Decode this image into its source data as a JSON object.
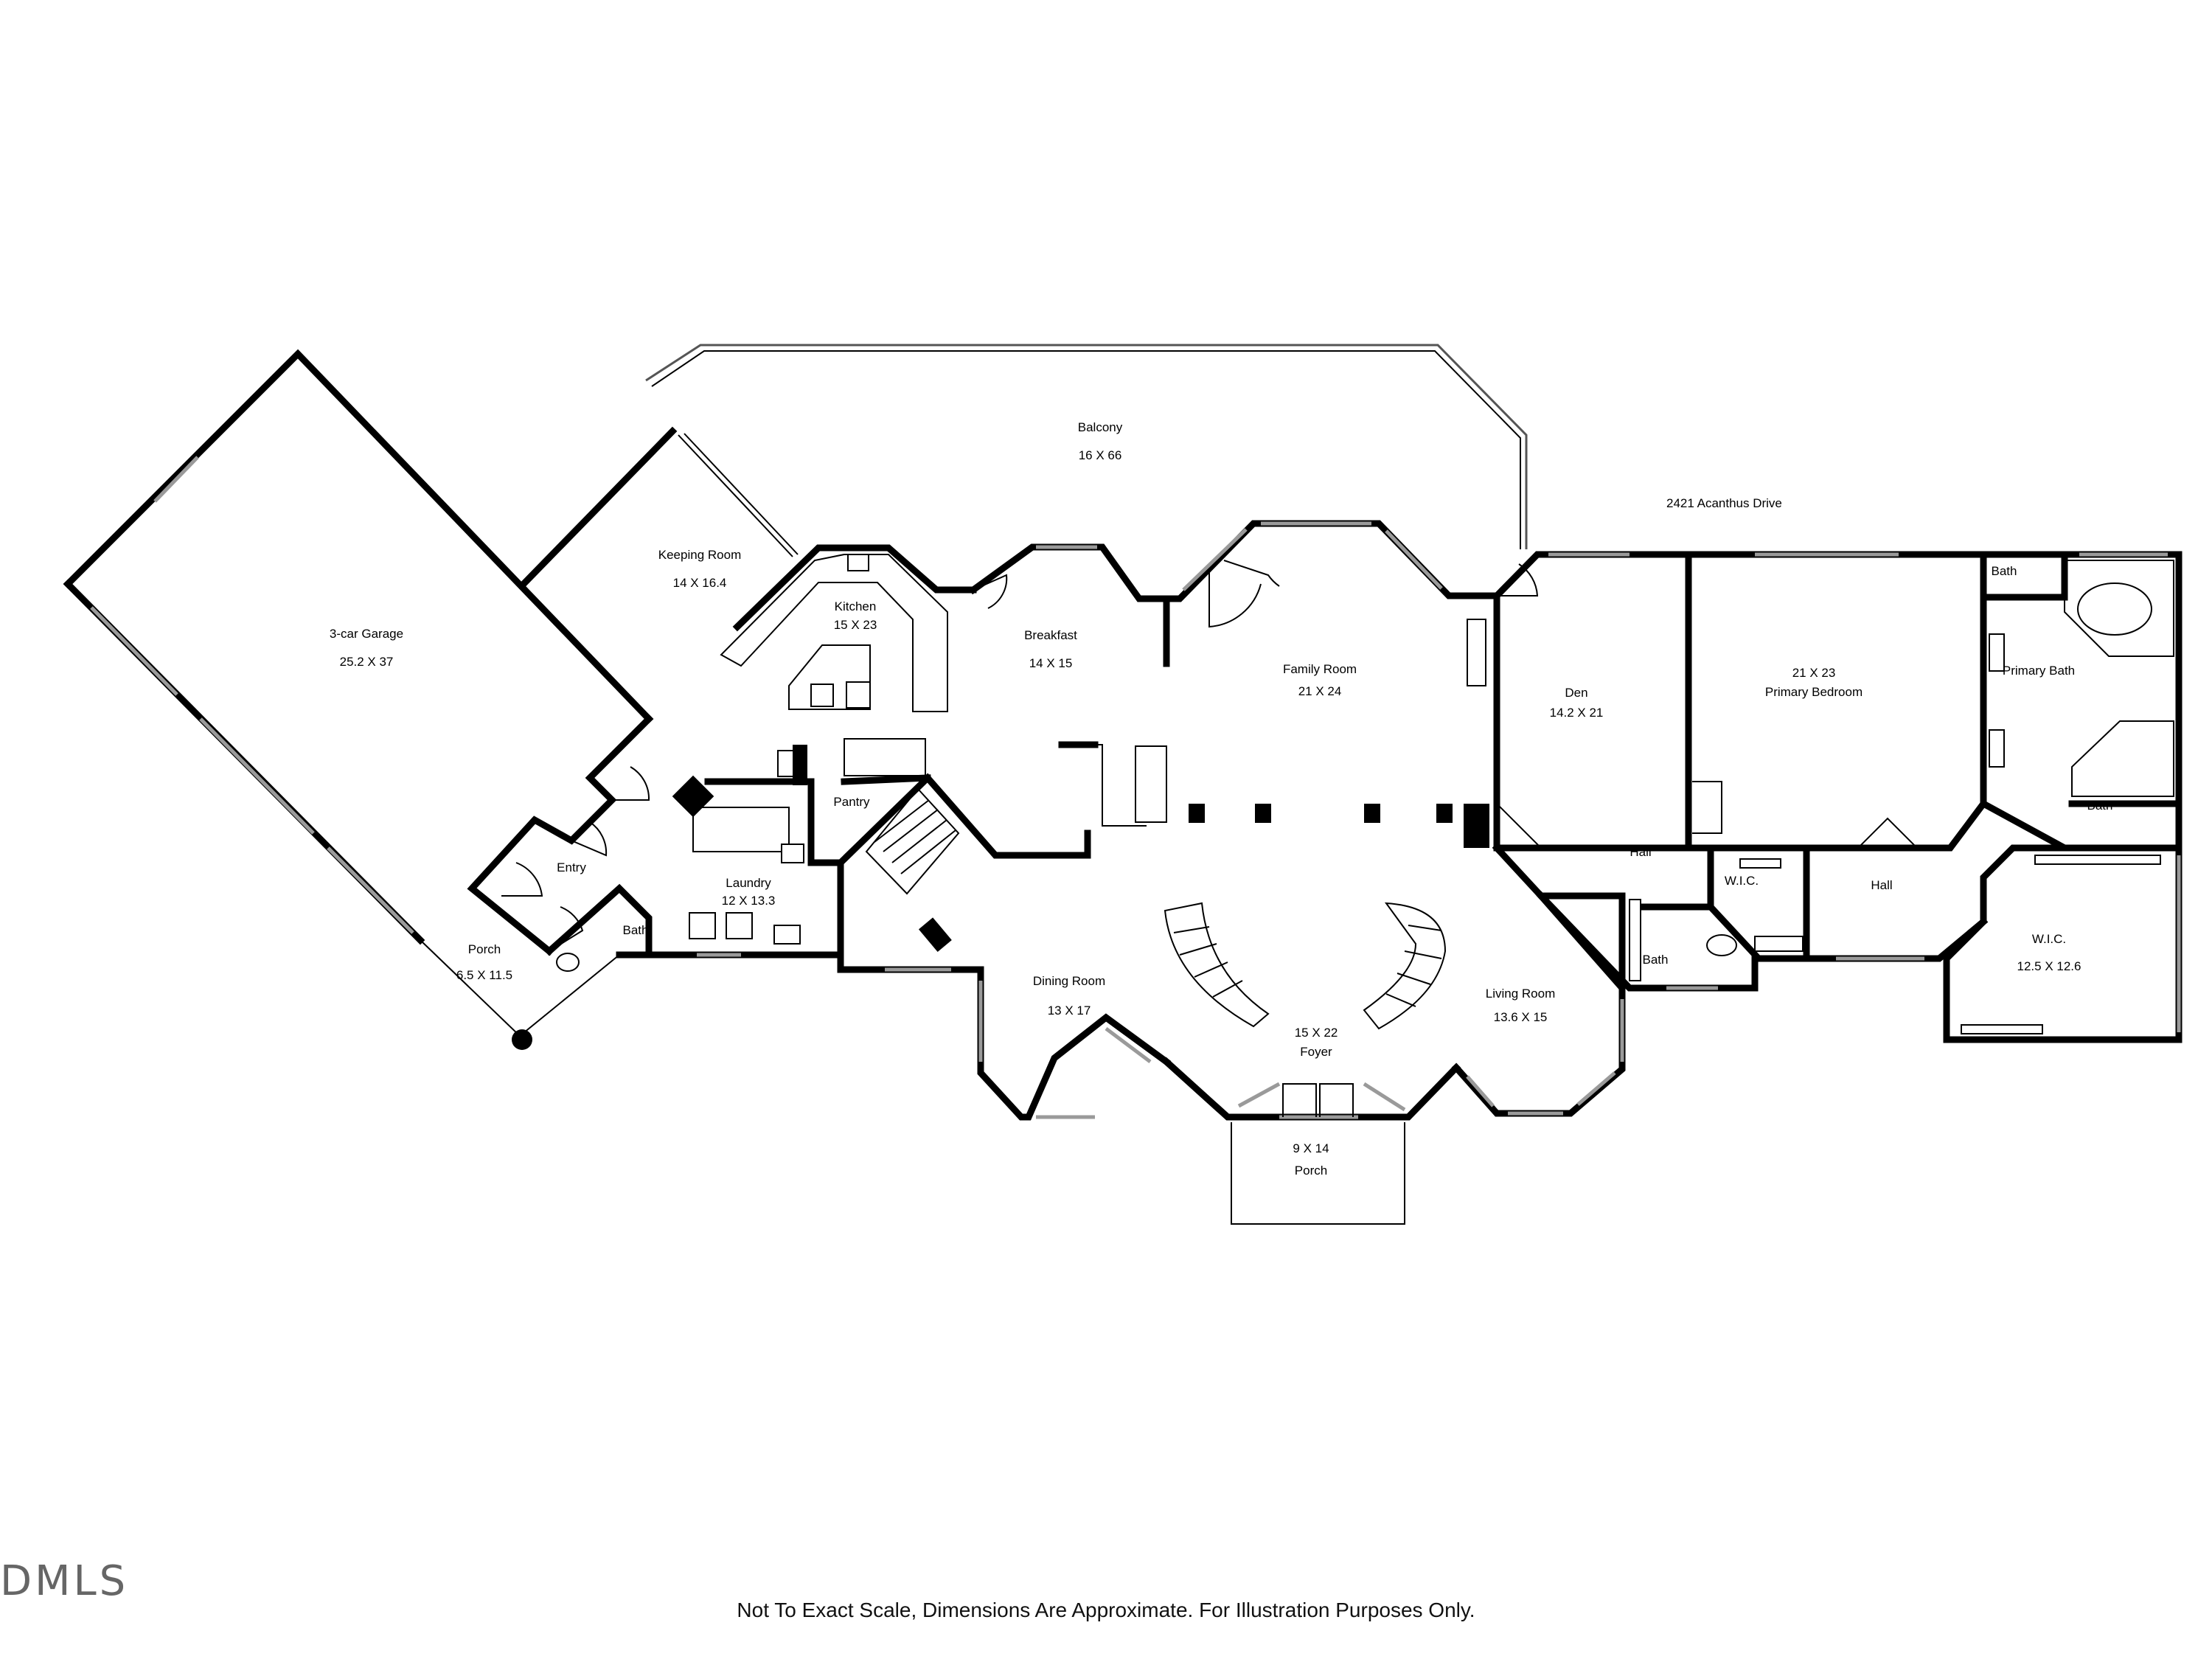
{
  "address": "2421 Acanthus Drive",
  "disclaimer": "Not To Exact Scale, Dimensions Are Approximate. For Illustration Purposes Only.",
  "watermark": "DMLS",
  "rooms": {
    "balcony": {
      "name": "Balcony",
      "dims": "16 X 66"
    },
    "garage": {
      "name": "3-car Garage",
      "dims": "25.2 X 37"
    },
    "keeping_room": {
      "name": "Keeping Room",
      "dims": "14 X 16.4"
    },
    "kitchen": {
      "name": "Kitchen",
      "dims": "15 X 23"
    },
    "breakfast": {
      "name": "Breakfast",
      "dims": "14 X 15"
    },
    "family_room": {
      "name": "Family Room",
      "dims": "21 X 24"
    },
    "den": {
      "name": "Den",
      "dims": "14.2 X 21"
    },
    "primary_bedroom": {
      "dims": "21 X 23",
      "name": "Primary Bedroom"
    },
    "primary_bath": {
      "name": "Primary Bath"
    },
    "bath_top": {
      "name": "Bath"
    },
    "bath_primary_small": {
      "name": "Bath"
    },
    "wic_primary": {
      "name": "W.I.C.",
      "dims": "12.5 X 12.6"
    },
    "hall_right": {
      "name": "Hall"
    },
    "wic_small": {
      "name": "W.I.C."
    },
    "hall_center": {
      "name": "Hall"
    },
    "bath_hall": {
      "name": "Bath"
    },
    "living_room": {
      "name": "Living Room",
      "dims": "13.6 X 15"
    },
    "foyer": {
      "dims": "15 X 22",
      "name": "Foyer"
    },
    "front_porch": {
      "dims": "9 X 14",
      "name": "Porch"
    },
    "dining_room": {
      "name": "Dining Room",
      "dims": "13 X 17"
    },
    "pantry": {
      "name": "Pantry"
    },
    "laundry": {
      "name": "Laundry",
      "dims": "12 X 13.3"
    },
    "entry": {
      "name": "Entry"
    },
    "bath_left": {
      "name": "Bath"
    },
    "side_porch": {
      "name": "Porch",
      "dims": "6.5 X 11.5"
    }
  }
}
